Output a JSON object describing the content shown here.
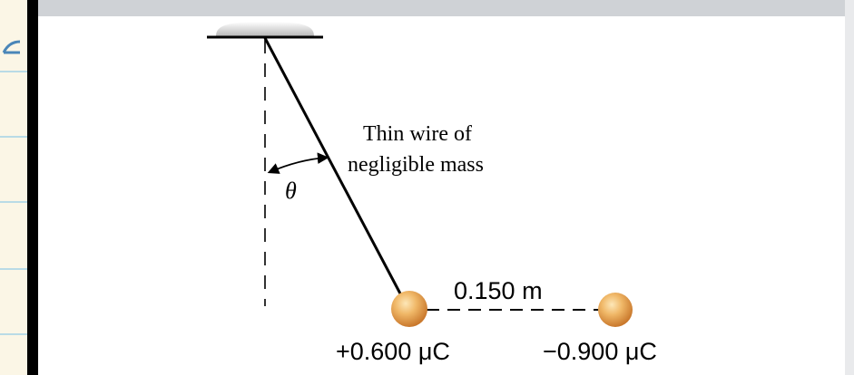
{
  "labels": {
    "wire_line1": "Thin wire of",
    "wire_line2": "negligible mass",
    "angle": "θ",
    "distance": "0.150 m",
    "charge_left": "+0.600 μC",
    "charge_right": "−0.900 μC"
  },
  "colors": {
    "sphere_fill": "#e9a548",
    "sphere_dark": "#c9782c",
    "ceiling": "#000000",
    "wire": "#000000",
    "background": "#ffffff"
  },
  "icons": {
    "margin_arrow": "arrow-left-icon"
  }
}
